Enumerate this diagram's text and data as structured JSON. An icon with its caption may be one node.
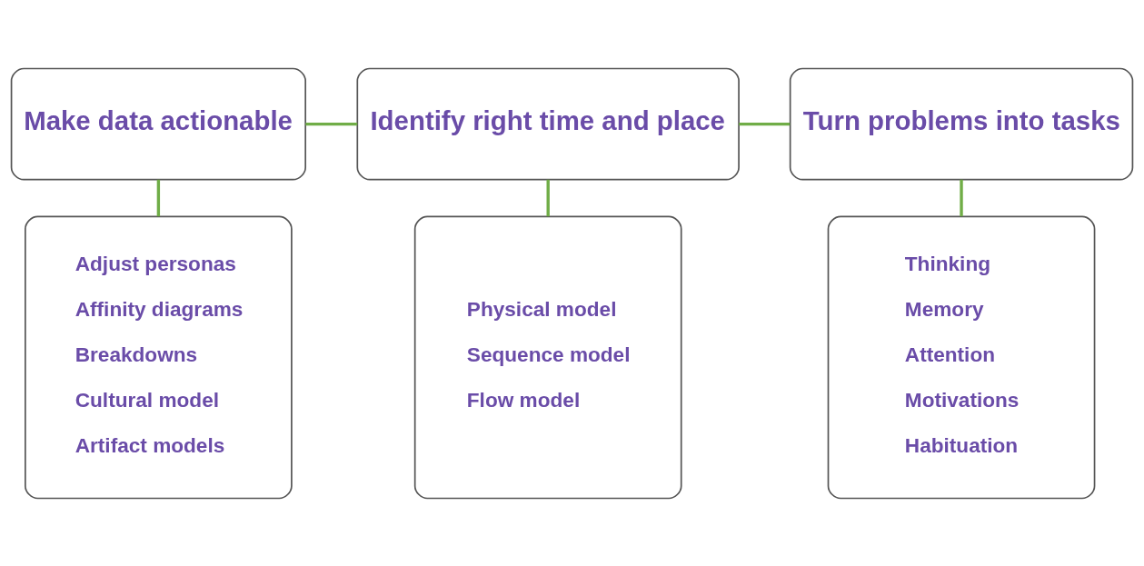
{
  "diagram": {
    "nodes": [
      {
        "text": [
          "Make data actionable"
        ]
      },
      {
        "text": [
          "Identify right time and place"
        ]
      },
      {
        "text": [
          "Turn problems into tasks"
        ]
      },
      {
        "text": [
          "Adjust personas",
          "Affinity diagrams",
          "Breakdowns",
          "Cultural model",
          "Artifact models"
        ]
      },
      {
        "text": [
          "Physical model",
          "Sequence model",
          "Flow model"
        ]
      },
      {
        "text": [
          "Thinking",
          "Memory",
          "Attention",
          "Motivations",
          "Habituation"
        ]
      }
    ],
    "edges": [
      {
        "from": 0,
        "to": 1,
        "arrow": "none"
      },
      {
        "from": 1,
        "to": 2,
        "arrow": "none"
      },
      {
        "from": 0,
        "to": 3,
        "arrow": "none"
      },
      {
        "from": 1,
        "to": 4,
        "arrow": "none"
      },
      {
        "from": 2,
        "to": 5,
        "arrow": "none"
      }
    ]
  }
}
